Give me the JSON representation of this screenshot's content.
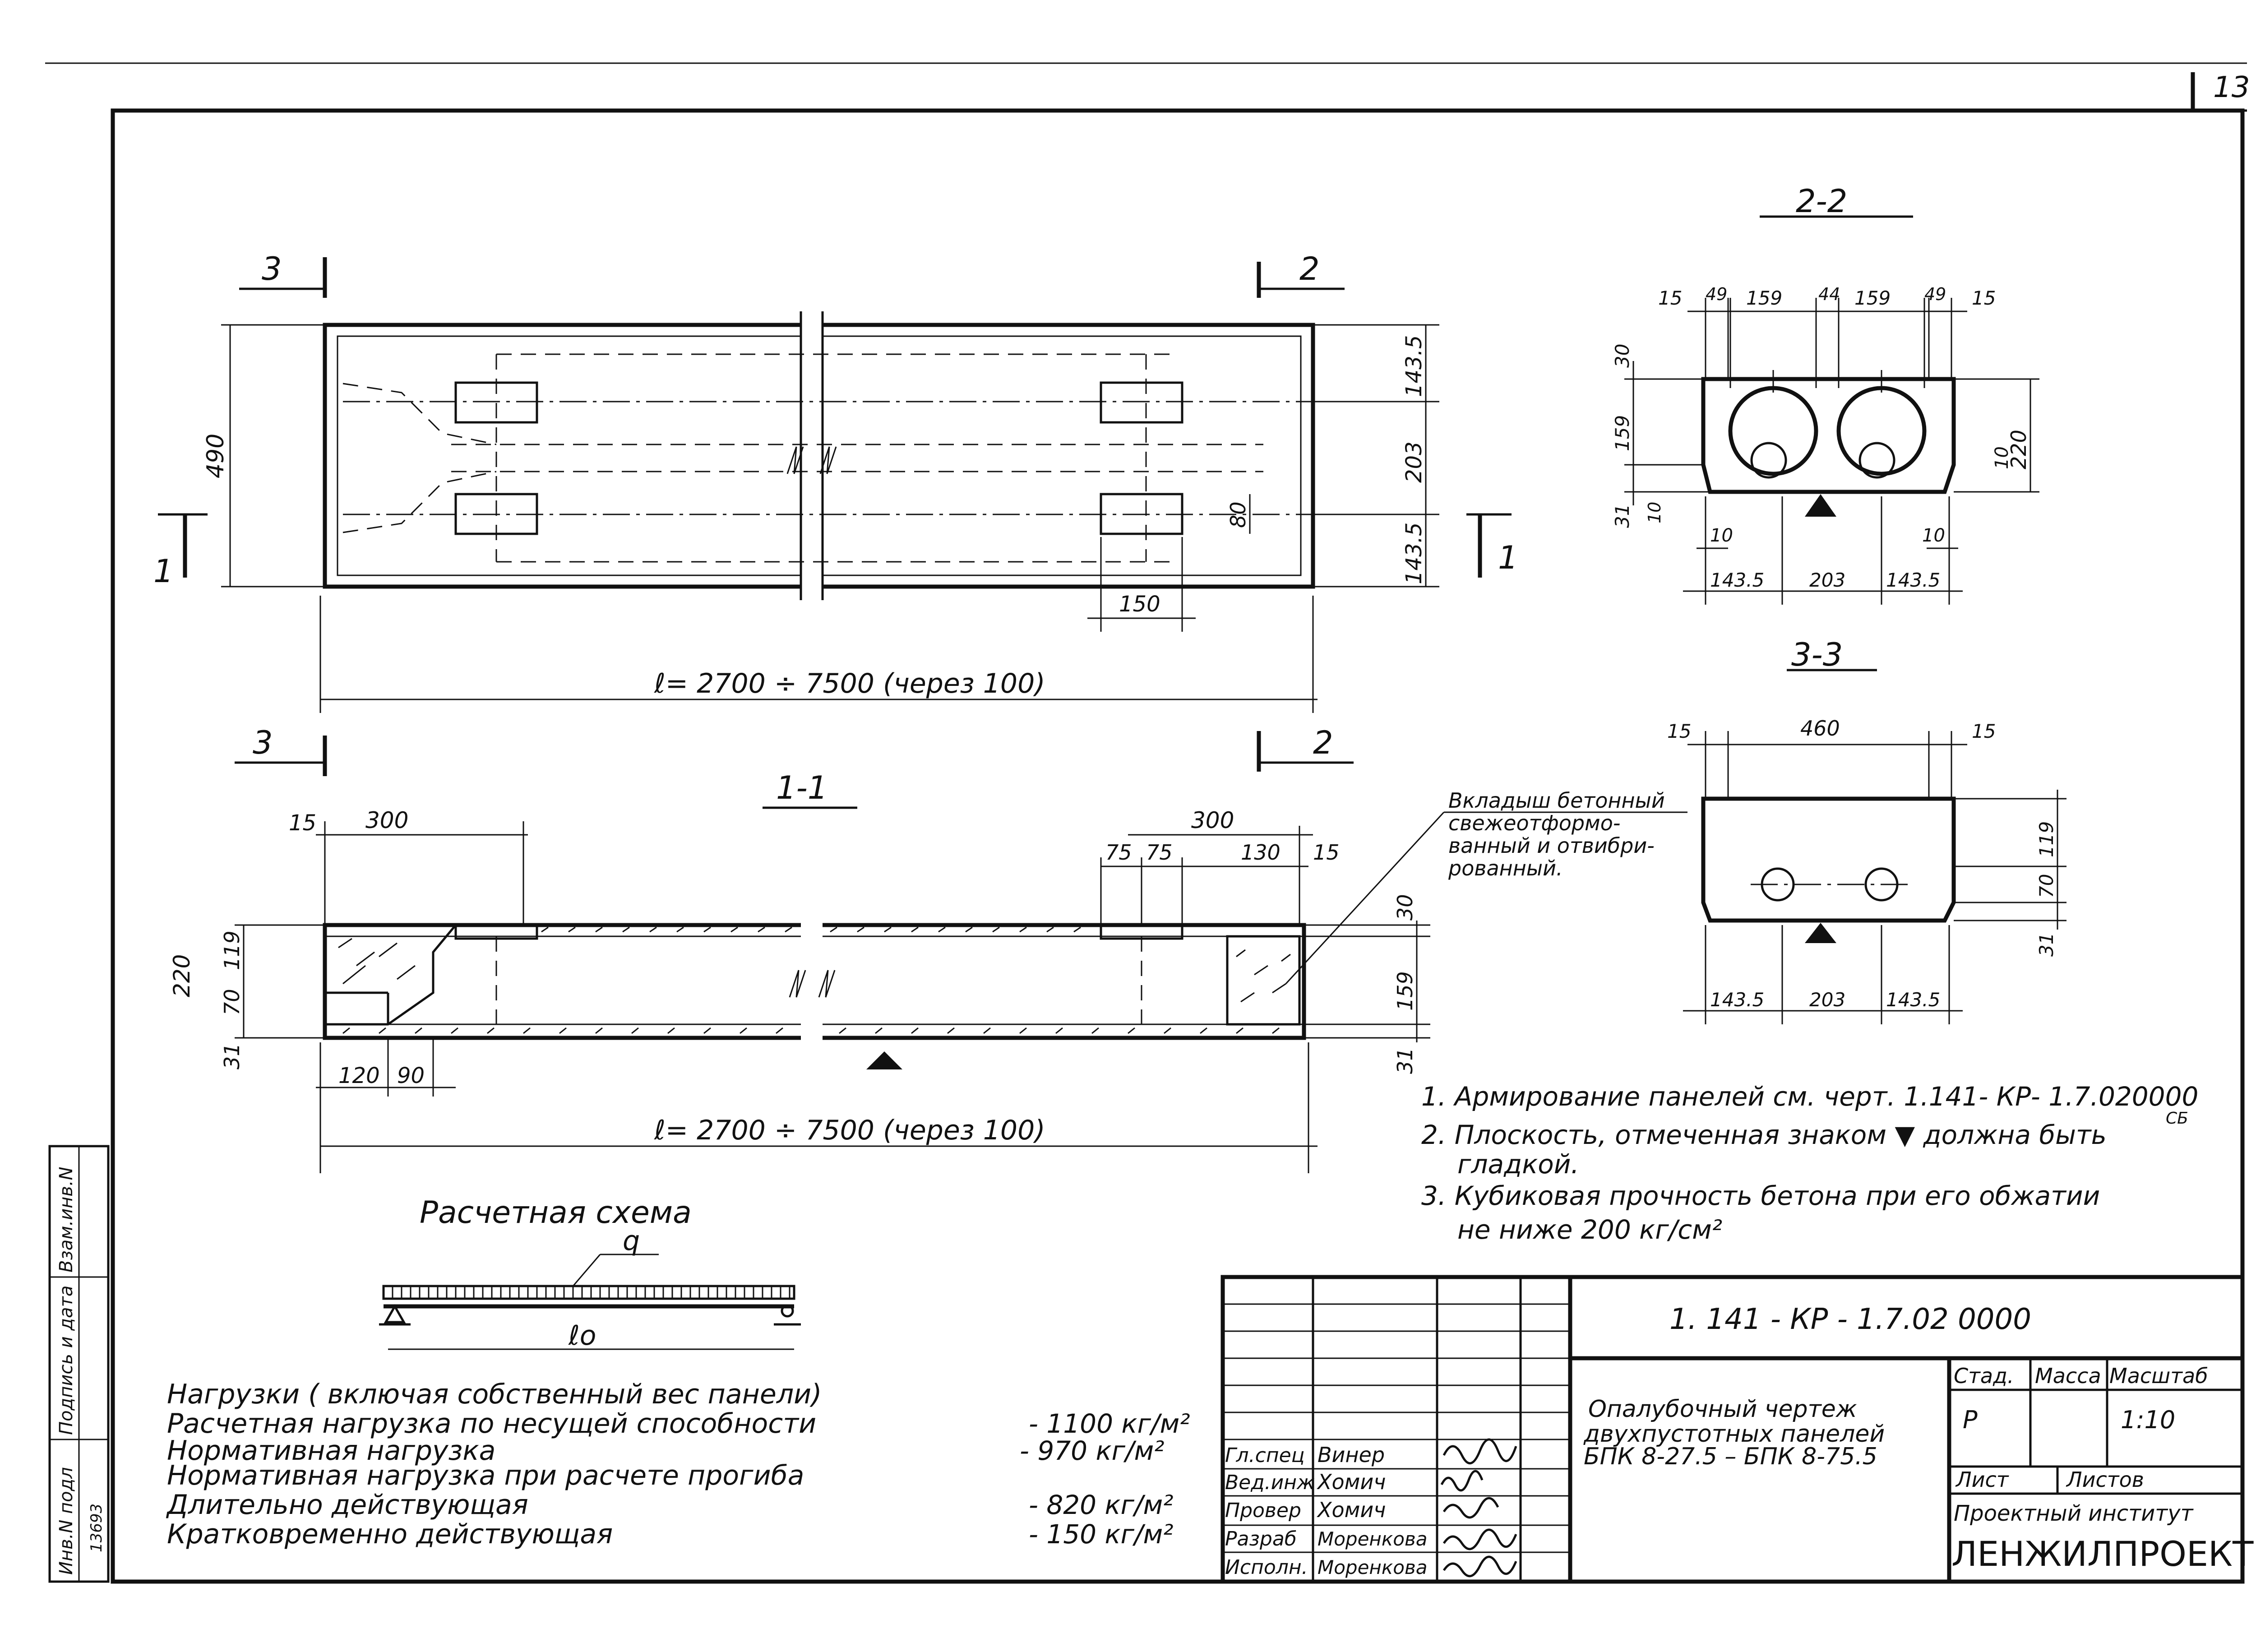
{
  "sheet": {
    "number": "13",
    "doc_code": "1. 141 - КР - 1.7.02 0000",
    "title_lines": [
      "Опалубочный чертеж",
      "двухпустотных панелей",
      "БПК 8-27.5 – БПК 8-75.5"
    ],
    "stage_header": "Стад.",
    "mass_header": "Масса",
    "scale_header": "Масштаб",
    "stage": "Р",
    "scale": "1:10",
    "sheet_label": "Лист",
    "sheets_label": "Листов",
    "institute_line": "Проектный институт",
    "institute_name": "ЛЕНЖИЛПРОЕКТ"
  },
  "signatures": [
    {
      "role": "Гл.спец",
      "name": "Винер"
    },
    {
      "role": "Вед.инж",
      "name": "Хомич"
    },
    {
      "role": "Провер",
      "name": "Хомич"
    },
    {
      "role": "Разраб",
      "name": "Моренкова"
    },
    {
      "role": "Исполн.",
      "name": "Моренкова"
    }
  ],
  "side_stamp": [
    "Инв.N подл",
    "Подпись и дата",
    "Взам.инв.N"
  ],
  "side_stamp_value": "13693",
  "plan": {
    "cut_1": "1",
    "cut_2": "2",
    "cut_3": "3",
    "width": "490",
    "length_note": "ℓ= 2700 ÷ 7500   (через  100)",
    "dims_right": [
      "143.5",
      "203",
      "143.5"
    ],
    "dim_80": "80",
    "dim_150": "150"
  },
  "section_1_1": {
    "title": "1-1",
    "dim_300_left": "300",
    "dim_15_left": "15",
    "dim_300_right": "300",
    "dims_top_right": [
      "75",
      "75",
      "130",
      "15"
    ],
    "dims_left": [
      "220",
      "119",
      "70",
      "31"
    ],
    "dims_right": [
      "30",
      "159",
      "31"
    ],
    "dims_bottom": [
      "120",
      "90"
    ],
    "length_note": "ℓ= 2700  ÷ 7500   (через  100)"
  },
  "section_2_2": {
    "title": "2-2",
    "dims_top": [
      "15",
      "49",
      "159",
      "44",
      "159",
      "49",
      "15"
    ],
    "dims_left": [
      "30",
      "159",
      "31",
      "10"
    ],
    "dims_right": [
      "220",
      "10"
    ],
    "dims_bottom_small": [
      "10",
      "10"
    ],
    "dims_bottom": [
      "143.5",
      "203",
      "143.5"
    ]
  },
  "section_3_3": {
    "title": "3-3",
    "dims_top": [
      "15",
      "460",
      "15"
    ],
    "dims_right": [
      "119",
      "70",
      "31"
    ],
    "dims_bottom": [
      "143.5",
      "203",
      "143.5"
    ]
  },
  "insert_note": [
    "Вкладыш бетонный",
    "свежеотформо-",
    "ванный и отвибри-",
    "рованный."
  ],
  "notes": [
    "1. Армирование панелей  см. черт. 1.141- КР- 1.7.020000",
    "2. Плоскость, отмеченная знаком ▼ должна быть",
    "гладкой.",
    "3. Кубиковая прочность бетона при его обжатии",
    "не ниже  200 кг/см²"
  ],
  "notes_suffix": "СБ",
  "scheme": {
    "title": "Расчетная   схема",
    "load": "q",
    "span": "ℓo"
  },
  "loads": {
    "lines": [
      "Нагрузки ( включая  собственный вес панели)",
      "Расчетная нагрузка по несущей  способности",
      "Нормативная  нагрузка",
      "Нормативная  нагрузка  при расчете  прогиба",
      "Длительно действующая",
      "Кратковременно  действующая"
    ],
    "values": [
      "- 1100 кг/м²",
      "- 970 кг/м²",
      "- 820 кг/м²",
      "- 150 кг/м²"
    ]
  }
}
